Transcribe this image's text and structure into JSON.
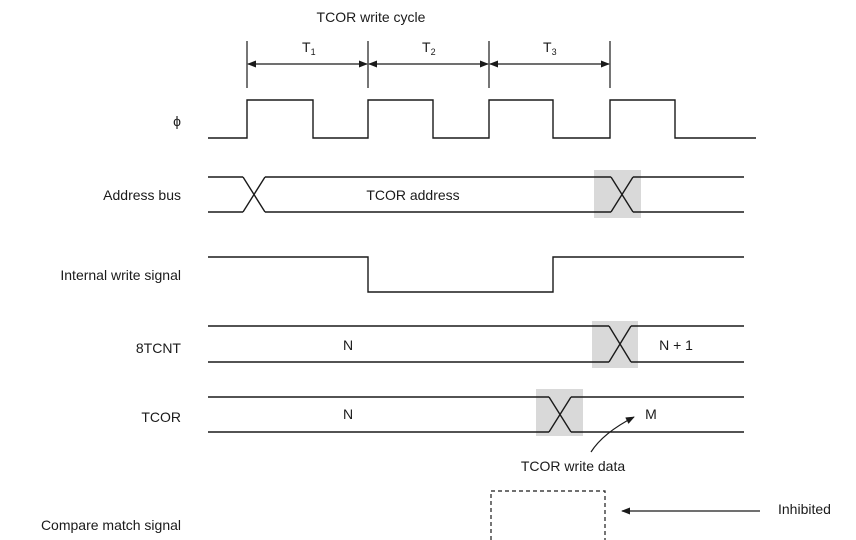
{
  "title": "TCOR write cycle",
  "cycles": [
    {
      "name": "T",
      "sub": "1"
    },
    {
      "name": "T",
      "sub": "2"
    },
    {
      "name": "T",
      "sub": "3"
    }
  ],
  "signals": {
    "phi": "ϕ",
    "address_bus": "Address bus",
    "internal_write": "Internal write signal",
    "tcnt": "8TCNT",
    "tcor": "TCOR",
    "compare_match": "Compare match signal"
  },
  "values": {
    "address": "TCOR address",
    "tcnt_before": "N",
    "tcnt_after": "N + 1",
    "tcor_before": "N",
    "tcor_after": "M"
  },
  "annotations": {
    "write_data": "TCOR write data",
    "inhibited": "Inhibited"
  }
}
